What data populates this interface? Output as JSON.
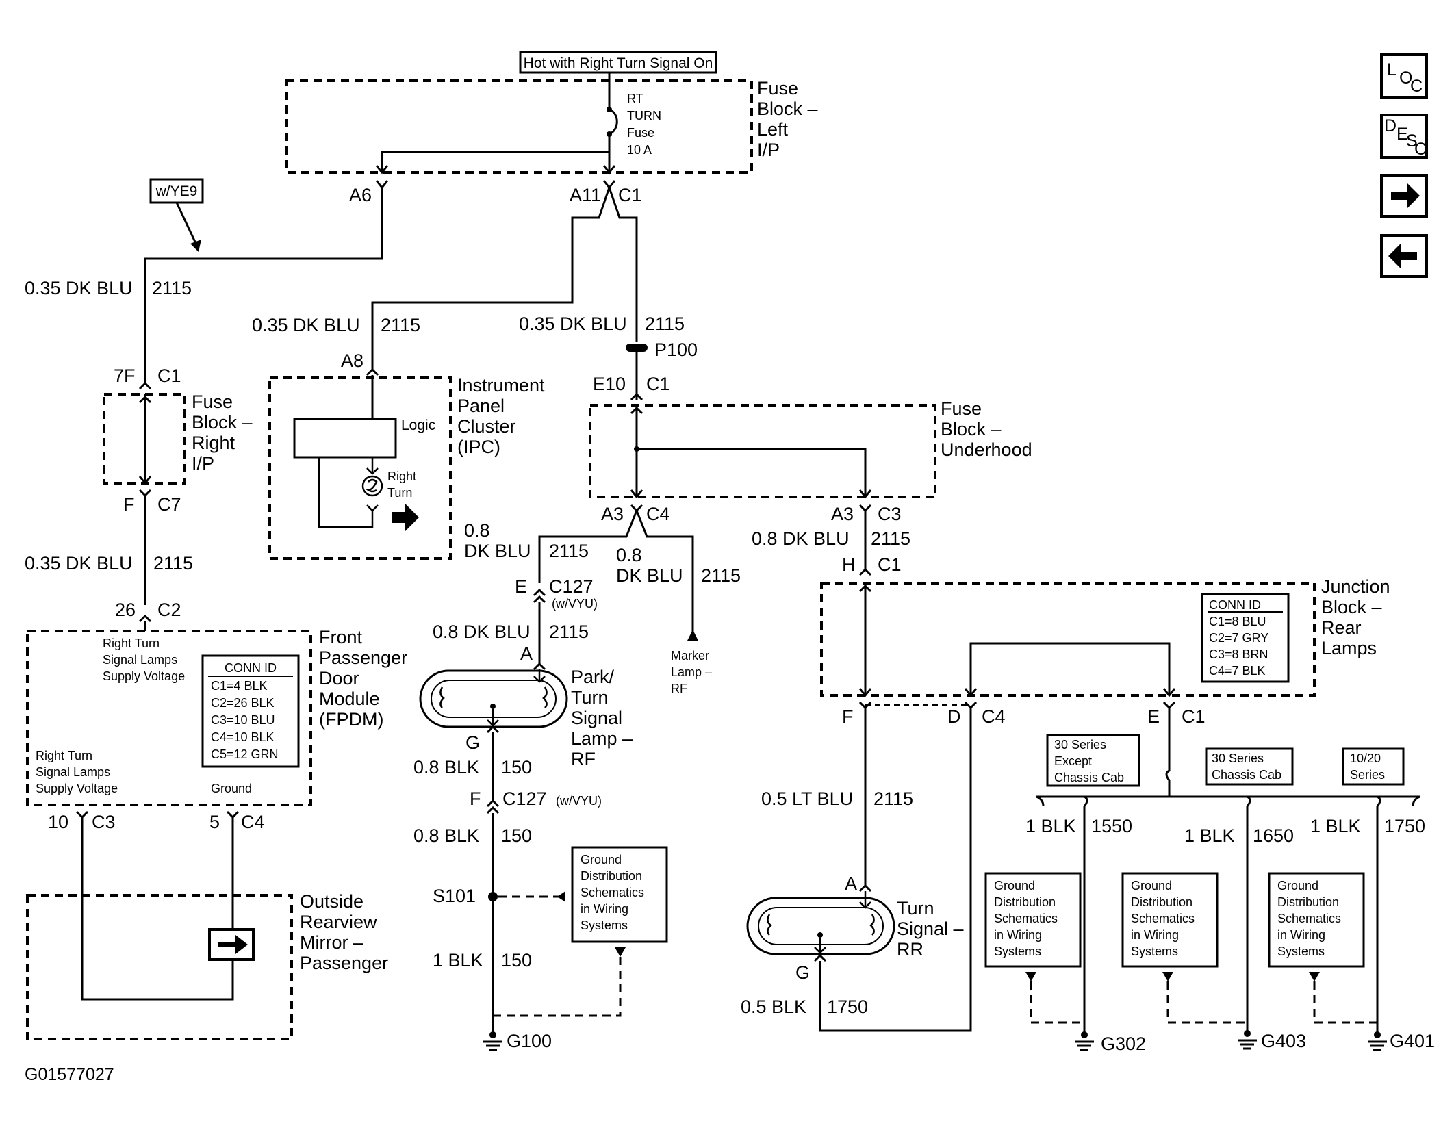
{
  "header": {
    "hot_label": "Hot with Right Turn Signal On"
  },
  "fuse_block_left": {
    "title_lines": [
      "Fuse",
      "Block –",
      "Left",
      "I/P"
    ],
    "fuse_lines": [
      "RT",
      "TURN",
      "Fuse",
      "10 A"
    ]
  },
  "tag_ye9": "w/YE9",
  "connectors": {
    "a6": "A6",
    "a11": "A11",
    "c1_top": "C1",
    "p100": "P100",
    "e10": "E10",
    "e10_c1": "C1",
    "a8": "A8",
    "f7": "7F",
    "f7_c1": "C1",
    "f": "F",
    "f_c7": "C7",
    "n26": "26",
    "c2": "C2",
    "a3_left": "A3",
    "c4_left": "C4",
    "a3_right": "A3",
    "c3_right": "C3",
    "h": "H",
    "h_c1": "C1",
    "e_c127": "E",
    "c127": "C127",
    "c127_note": "(w/VYU)",
    "a_lamp": "A",
    "g_lamp": "G",
    "f_c127": "F",
    "c127b": "C127",
    "c127b_note": "(w/VYU)",
    "s101": "S101",
    "g100": "G100",
    "f_jb": "F",
    "d_jb": "D",
    "c4_jb": "C4",
    "e_jb": "E",
    "c1_jb": "C1",
    "a_rr": "A",
    "g_rr": "G",
    "n10": "10",
    "c3_fpdm": "C3",
    "n5": "5",
    "c4_fpdm": "C4",
    "g302": "G302",
    "g403": "G403",
    "g401": "G401"
  },
  "wires": {
    "w_left_upper": {
      "gauge": "0.35 DK BLU",
      "circuit": "2115"
    },
    "w_ipc": {
      "gauge": "0.35 DK BLU",
      "circuit": "2115"
    },
    "w_center": {
      "gauge": "0.35 DK BLU",
      "circuit": "2115"
    },
    "w_left_lower": {
      "gauge": "0.35 DK BLU",
      "circuit": "2115"
    },
    "w_park_a3": {
      "gauge_lines": [
        "0.8",
        "DK BLU"
      ],
      "circuit": "2115"
    },
    "w_marker": {
      "gauge_lines": [
        "0.8",
        "DK BLU"
      ],
      "circuit": "2115"
    },
    "w_park_a": {
      "gauge": "0.8 DK BLU",
      "circuit": "2115"
    },
    "w_park_g": {
      "gauge": "0.8 BLK",
      "circuit": "150"
    },
    "w_park_f": {
      "gauge": "0.8 BLK",
      "circuit": "150"
    },
    "w_s101": {
      "gauge": "1 BLK",
      "circuit": "150"
    },
    "w_rr_c3": {
      "gauge": "0.8 DK BLU",
      "circuit": "2115"
    },
    "w_rr_f": {
      "gauge": "0.5 LT BLU",
      "circuit": "2115"
    },
    "w_rr_g": {
      "gauge": "0.5 BLK",
      "circuit": "1750"
    },
    "w_g302": {
      "gauge": "1 BLK",
      "circuit": "1550"
    },
    "w_g403": {
      "gauge": "1 BLK",
      "circuit": "1650"
    },
    "w_g401": {
      "gauge": "1 BLK",
      "circuit": "1750"
    }
  },
  "components": {
    "ipc": {
      "title_lines": [
        "Instrument",
        "Panel",
        "Cluster",
        "(IPC)"
      ],
      "logic": "Logic",
      "bulb_lines": [
        "Right",
        "Turn"
      ]
    },
    "fuse_block_right": {
      "title_lines": [
        "Fuse",
        "Block –",
        "Right",
        "I/P"
      ]
    },
    "fuse_block_underhood": {
      "title_lines": [
        "Fuse",
        "Block –",
        "Underhood"
      ]
    },
    "fpdm": {
      "title_lines": [
        "Front",
        "Passenger",
        "Door",
        "Module",
        "(FPDM)"
      ],
      "top_text_lines": [
        "Right Turn",
        "Signal Lamps",
        "Supply Voltage"
      ],
      "bottom_text_lines": [
        "Right Turn",
        "Signal Lamps",
        "Supply Voltage"
      ],
      "ground_label": "Ground",
      "conn_id": {
        "header": "CONN ID",
        "rows": [
          "C1=4 BLK",
          "C2=26 BLK",
          "C3=10 BLU",
          "C4=10 BLK",
          "C5=12 GRN"
        ]
      }
    },
    "mirror": {
      "title_lines": [
        "Outside",
        "Rearview",
        "Mirror –",
        "Passenger"
      ]
    },
    "park_lamp": {
      "title_lines": [
        "Park/",
        "Turn",
        "Signal",
        "Lamp –",
        "RF"
      ]
    },
    "marker": {
      "lines": [
        "Marker",
        "Lamp –",
        "RF"
      ]
    },
    "junction_block": {
      "title_lines": [
        "Junction",
        "Block –",
        "Rear",
        "Lamps"
      ],
      "conn_id": {
        "header": "CONN ID",
        "rows": [
          "C1=8 BLU",
          "C2=7 GRY",
          "C3=8 BRN",
          "C4=7 BLK"
        ]
      }
    },
    "turn_rr": {
      "title_lines": [
        "Turn",
        "Signal –",
        "RR"
      ]
    },
    "ground_dist_lines": [
      "Ground",
      "Distribution",
      "Schematics",
      "in Wiring",
      "Systems"
    ],
    "series": {
      "s30_except": [
        "30 Series",
        "Except",
        "Chassis Cab"
      ],
      "s30_chassis": [
        "30 Series",
        "Chassis Cab"
      ],
      "s1020": [
        "10/20",
        "Series"
      ]
    }
  },
  "nav": {
    "loc": [
      "L",
      "O",
      "C"
    ],
    "desc": [
      "D",
      "E",
      "S",
      "C"
    ],
    "next_icon": "arrow-right-icon",
    "prev_icon": "arrow-left-icon"
  },
  "figure_id": "G01577027"
}
